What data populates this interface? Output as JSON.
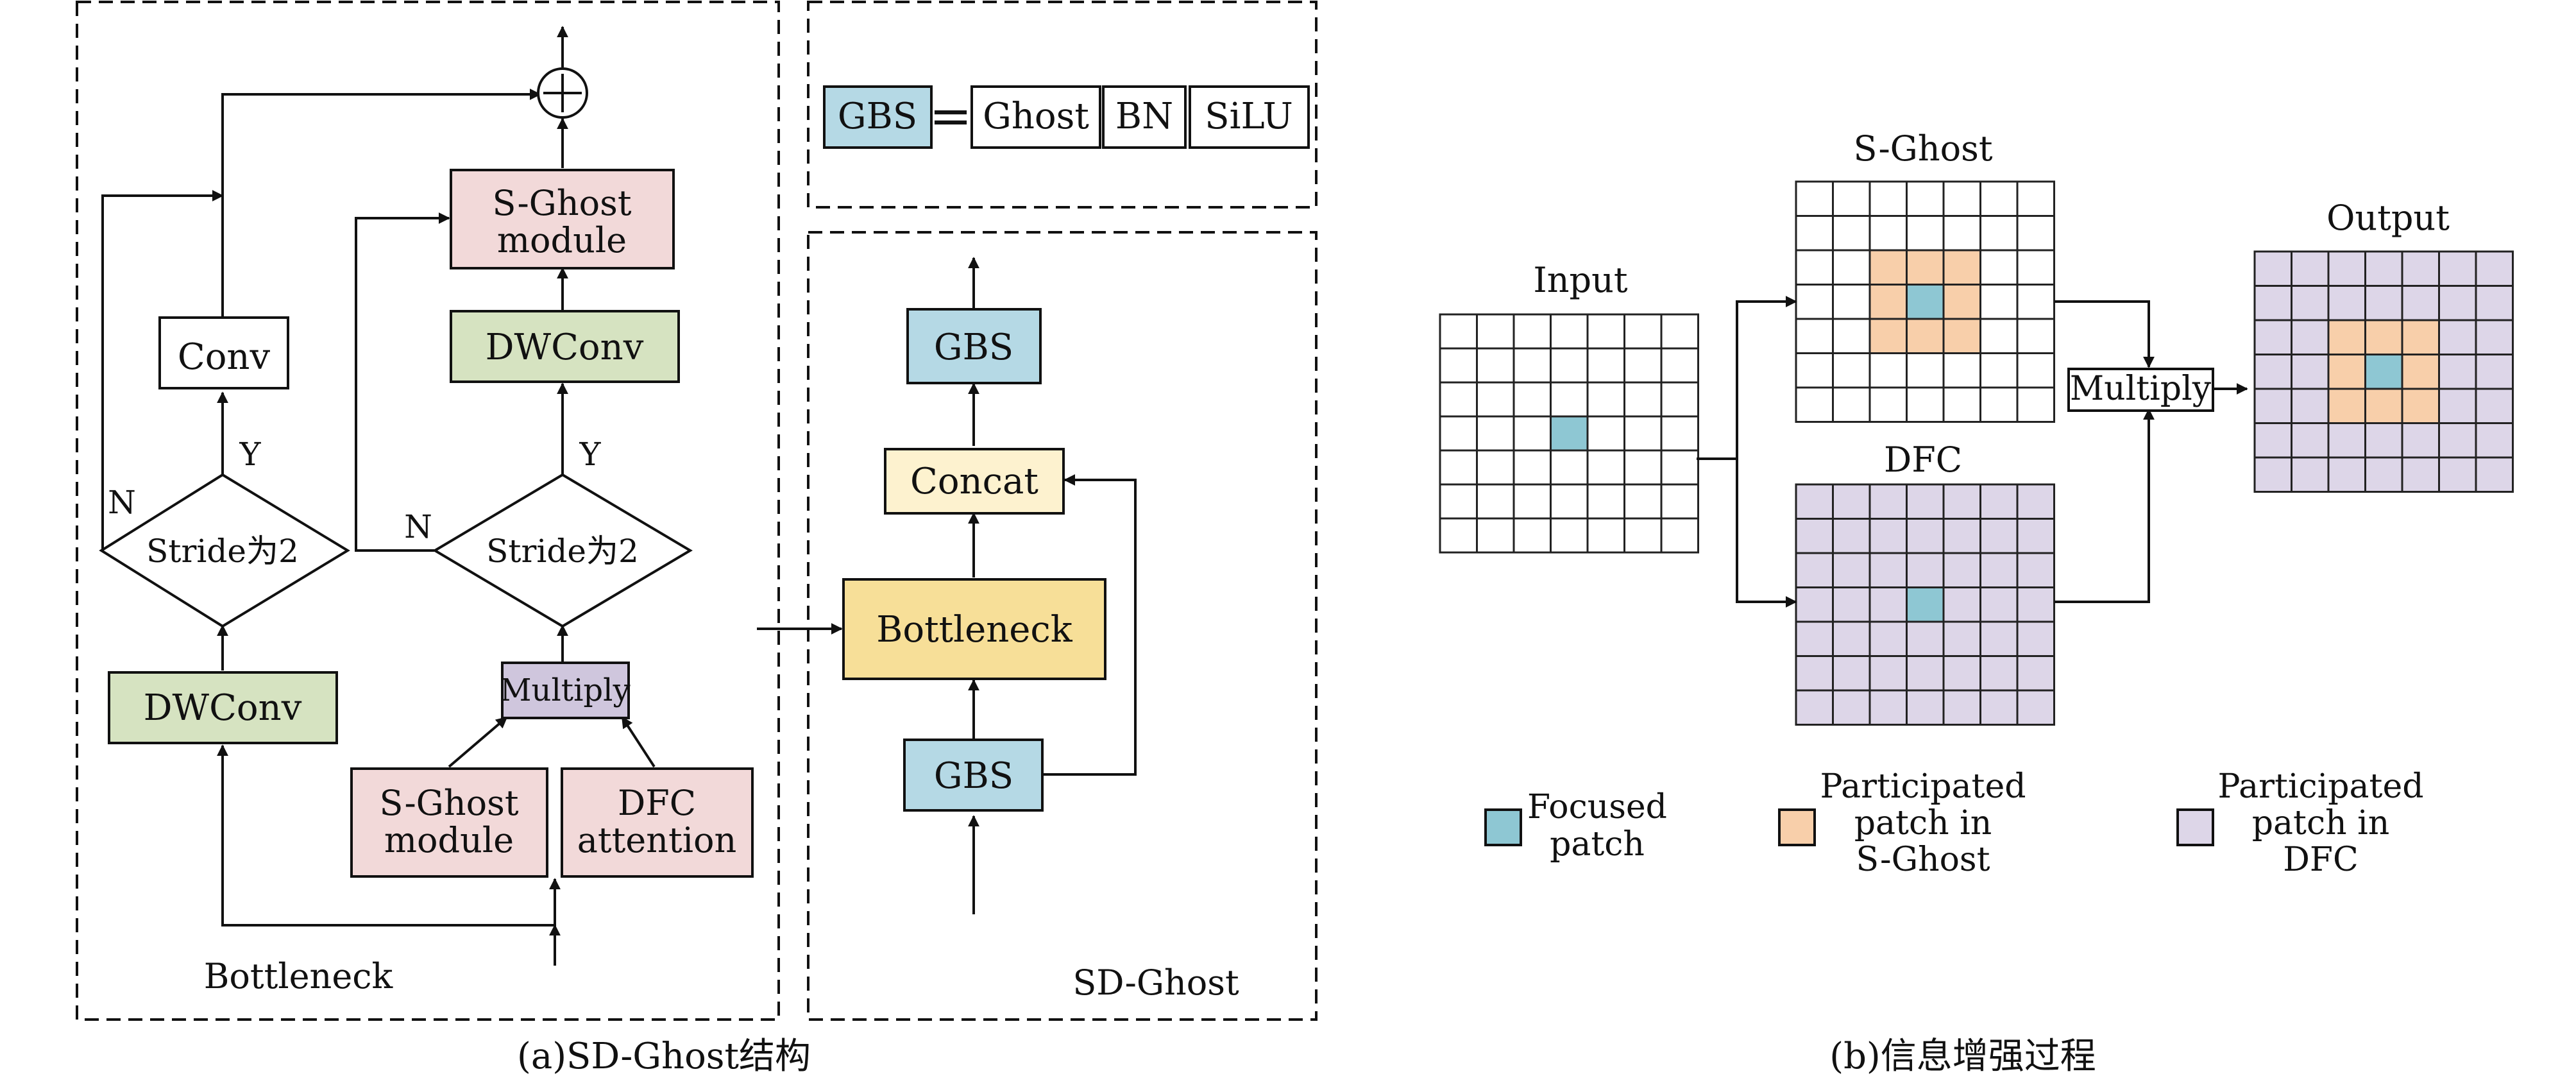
{
  "colors": {
    "green": "#d6e3c1",
    "pink": "#f2d9d9",
    "purple": "#cfc6dd",
    "blue": "#b5d9e5",
    "cream": "#fdf2cf",
    "yellow": "#f7df98",
    "orange": "#f8cfaa",
    "lavender": "#ddd6e8",
    "focused": "#8ec7d3"
  },
  "panel_a": {
    "caption": "(a)SD-Ghost结构",
    "bottleneck": {
      "label": "Bottleneck",
      "conv": "Conv",
      "stride_left": "Stride为2",
      "y_left": "Y",
      "n_left": "N",
      "dwconv_left": "DWConv",
      "sghost_top_1": "S-Ghost",
      "sghost_top_2": "module",
      "dwconv_right": "DWConv",
      "stride_right": "Stride为2",
      "y_right": "Y",
      "n_right": "N",
      "multiply": "Multiply",
      "sghost_bottom_1": "S-Ghost",
      "sghost_bottom_2": "module",
      "dfc_1": "DFC",
      "dfc_2": "attention",
      "plus": "+"
    },
    "gbs_def": {
      "gbs": "GBS",
      "equals": "=",
      "ghost": "Ghost",
      "bn": "BN",
      "silu": "SiLU"
    },
    "sdghost": {
      "label": "SD-Ghost",
      "gbs_top": "GBS",
      "concat": "Concat",
      "bottleneck": "Bottleneck",
      "gbs_bottom": "GBS"
    }
  },
  "panel_b": {
    "caption": "(b)信息增强过程",
    "input_label": "Input",
    "sghost_label": "S-Ghost",
    "dfc_label": "DFC",
    "output_label": "Output",
    "multiply": "Multiply",
    "legend": {
      "focused_1": "Focused",
      "focused_2": "patch",
      "sghost_1": "Participated",
      "sghost_2": "patch in",
      "sghost_3": "S-Ghost",
      "dfc_1": "Participated",
      "dfc_2": "patch in",
      "dfc_3": "DFC"
    }
  }
}
